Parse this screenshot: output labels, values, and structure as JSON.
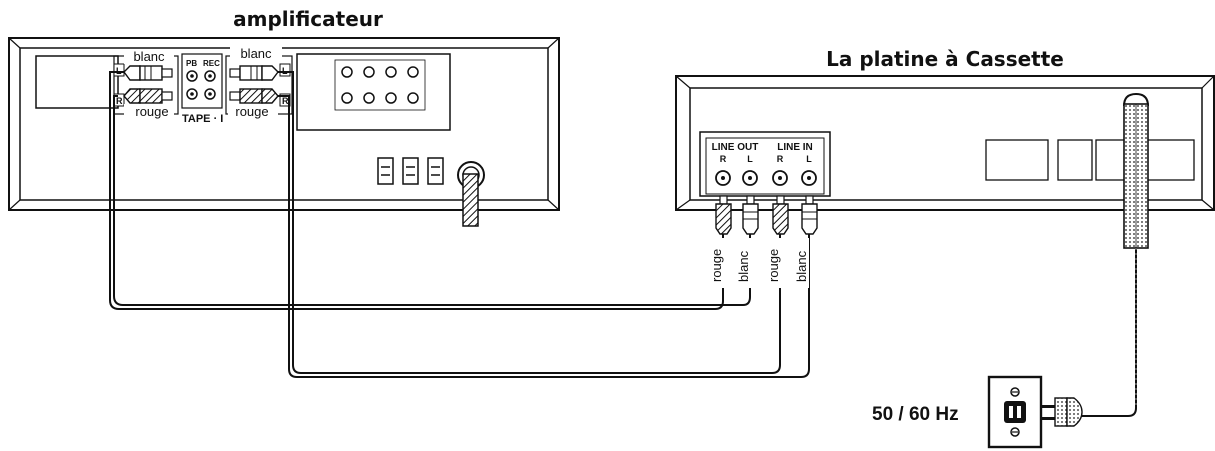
{
  "titles": {
    "amplifier": "amplificateur",
    "deck": "La platine à Cassette"
  },
  "amp": {
    "white_top_left": "blanc",
    "white_top_right": "blanc",
    "red_bottom_left": "rouge",
    "red_bottom_right": "rouge",
    "pb": "PB",
    "rec": "REC",
    "tape": "TAPE · I",
    "L": "L",
    "R": "R"
  },
  "deck": {
    "line_out": "LINE OUT",
    "line_in": "LINE IN",
    "R": "R",
    "L": "L"
  },
  "cables": [
    "rouge",
    "blanc",
    "rouge",
    "blanc"
  ],
  "outlet": {
    "frequency": "50 / 60 Hz"
  }
}
